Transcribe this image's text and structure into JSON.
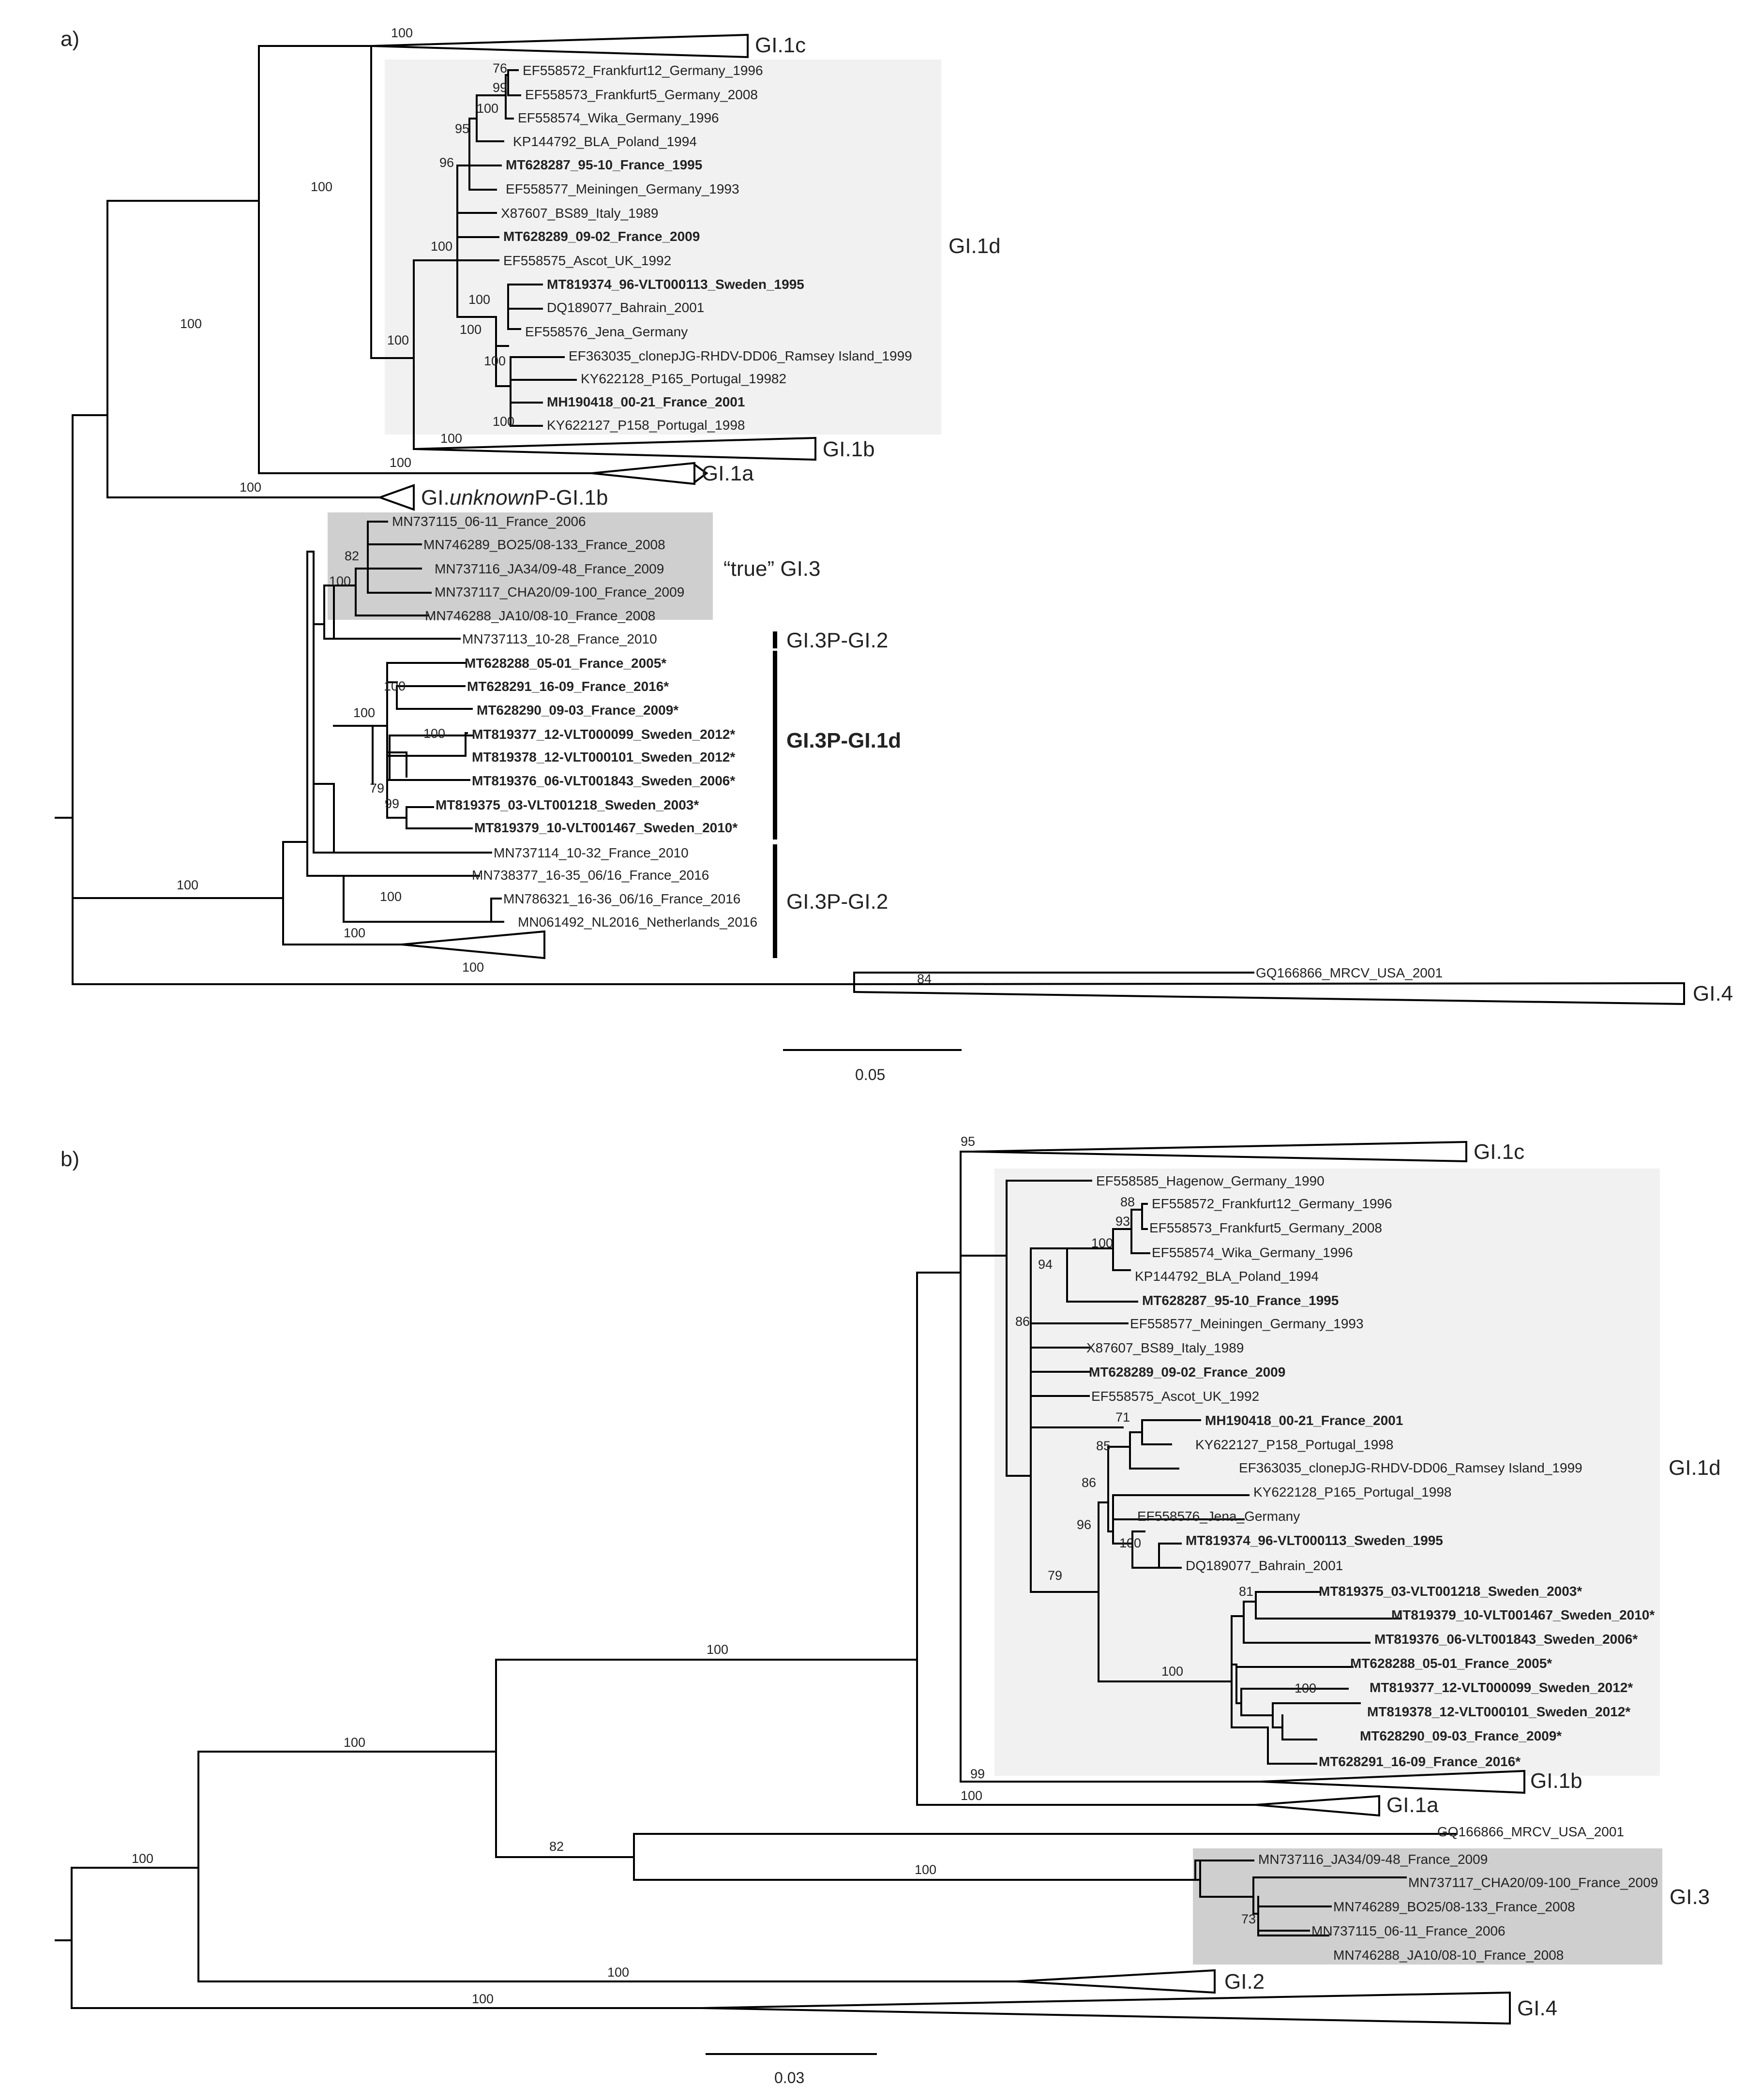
{
  "panel_a": {
    "label": "a)",
    "tips": [
      {
        "text": "EF558572_Frankfurt12_Germany_1996",
        "bold": false
      },
      {
        "text": "EF558573_Frankfurt5_Germany_2008",
        "bold": false
      },
      {
        "text": "EF558574_Wika_Germany_1996",
        "bold": false
      },
      {
        "text": "KP144792_BLA_Poland_1994",
        "bold": false
      },
      {
        "text": "MT628287_95-10_France_1995",
        "bold": true
      },
      {
        "text": "EF558577_Meiningen_Germany_1993",
        "bold": false
      },
      {
        "text": "X87607_BS89_Italy_1989",
        "bold": false
      },
      {
        "text": "MT628289_09-02_France_2009",
        "bold": true
      },
      {
        "text": "EF558575_Ascot_UK_1992",
        "bold": false
      },
      {
        "text": "MT819374_96-VLT000113_Sweden_1995",
        "bold": true
      },
      {
        "text": "DQ189077_Bahrain_2001",
        "bold": false
      },
      {
        "text": "EF558576_Jena_Germany",
        "bold": false
      },
      {
        "text": "EF363035_clonepJG-RHDV-DD06_Ramsey Island_1999",
        "bold": false
      },
      {
        "text": "KY622128_P165_Portugal_19982",
        "bold": false
      },
      {
        "text": "MH190418_00-21_France_2001",
        "bold": true
      },
      {
        "text": "KY622127_P158_Portugal_1998",
        "bold": false
      },
      {
        "text": "MN737115_06-11_France_2006",
        "bold": false
      },
      {
        "text": "MN746289_BO25/08-133_France_2008",
        "bold": false
      },
      {
        "text": "MN737116_JA34/09-48_France_2009",
        "bold": false
      },
      {
        "text": "MN737117_CHA20/09-100_France_2009",
        "bold": false
      },
      {
        "text": "MN746288_JA10/08-10_France_2008",
        "bold": false
      },
      {
        "text": "MN737113_10-28_France_2010",
        "bold": false
      },
      {
        "text": "MT628288_05-01_France_2005*",
        "bold": true
      },
      {
        "text": "MT628291_16-09_France_2016*",
        "bold": true
      },
      {
        "text": "MT628290_09-03_France_2009*",
        "bold": true
      },
      {
        "text": "MT819377_12-VLT000099_Sweden_2012*",
        "bold": true
      },
      {
        "text": "MT819378_12-VLT000101_Sweden_2012*",
        "bold": true
      },
      {
        "text": "MT819376_06-VLT001843_Sweden_2006*",
        "bold": true
      },
      {
        "text": "MT819375_03-VLT001218_Sweden_2003*",
        "bold": true
      },
      {
        "text": "MT819379_10-VLT001467_Sweden_2010*",
        "bold": true
      },
      {
        "text": "MN737114_10-32_France_2010",
        "bold": false
      },
      {
        "text": "MN738377_16-35_06/16_France_2016",
        "bold": false
      },
      {
        "text": "MN786321_16-36_06/16_France_2016",
        "bold": false
      },
      {
        "text": "MN061492_NL2016_Netherlands_2016",
        "bold": false
      },
      {
        "text": "GQ166866_MRCV_USA_2001",
        "bold": false
      }
    ],
    "bootstrap": [
      "100",
      "76",
      "99",
      "100",
      "95",
      "96",
      "100",
      "100",
      "100",
      "100",
      "100",
      "100",
      "100",
      "100",
      "100",
      "100",
      "82",
      "100",
      "100",
      "100",
      "100",
      "79",
      "99",
      "100",
      "100",
      "100",
      "100",
      "84"
    ],
    "clades": {
      "gi1c": "GI.1c",
      "gi1d": "GI.1d",
      "gi1b": "GI.1b",
      "gi1a": "GI.1a",
      "unknown_prefix": "GI.",
      "unknown_italic": "unknown",
      "unknown_suffix": "P-GI.1b",
      "true_gi3": "“true” GI.3",
      "gi3p_gi2_top": "GI.3P-GI.2",
      "gi3p_gi1d": "GI.3P-GI.1d",
      "gi3p_gi2_bottom": "GI.3P-GI.2",
      "gi4": "GI.4"
    },
    "scale_label": "0.05"
  },
  "panel_b": {
    "label": "b)",
    "tips": [
      {
        "text": "EF558585_Hagenow_Germany_1990",
        "bold": false
      },
      {
        "text": "EF558572_Frankfurt12_Germany_1996",
        "bold": false
      },
      {
        "text": "EF558573_Frankfurt5_Germany_2008",
        "bold": false
      },
      {
        "text": "EF558574_Wika_Germany_1996",
        "bold": false
      },
      {
        "text": "KP144792_BLA_Poland_1994",
        "bold": false
      },
      {
        "text": "MT628287_95-10_France_1995",
        "bold": true
      },
      {
        "text": "EF558577_Meiningen_Germany_1993",
        "bold": false
      },
      {
        "text": "X87607_BS89_Italy_1989",
        "bold": false
      },
      {
        "text": "MT628289_09-02_France_2009",
        "bold": true
      },
      {
        "text": "EF558575_Ascot_UK_1992",
        "bold": false
      },
      {
        "text": "MH190418_00-21_France_2001",
        "bold": true
      },
      {
        "text": "KY622127_P158_Portugal_1998",
        "bold": false
      },
      {
        "text": "EF363035_clonepJG-RHDV-DD06_Ramsey Island_1999",
        "bold": false
      },
      {
        "text": "KY622128_P165_Portugal_1998",
        "bold": false
      },
      {
        "text": "EF558576_Jena_Germany",
        "bold": false
      },
      {
        "text": "MT819374_96-VLT000113_Sweden_1995",
        "bold": true
      },
      {
        "text": "DQ189077_Bahrain_2001",
        "bold": false
      },
      {
        "text": "MT819375_03-VLT001218_Sweden_2003*",
        "bold": true
      },
      {
        "text": "MT819379_10-VLT001467_Sweden_2010*",
        "bold": true
      },
      {
        "text": "MT819376_06-VLT001843_Sweden_2006*",
        "bold": true
      },
      {
        "text": "MT628288_05-01_France_2005*",
        "bold": true
      },
      {
        "text": "MT819377_12-VLT000099_Sweden_2012*",
        "bold": true
      },
      {
        "text": "MT819378_12-VLT000101_Sweden_2012*",
        "bold": true
      },
      {
        "text": "MT628290_09-03_France_2009*",
        "bold": true
      },
      {
        "text": "MT628291_16-09_France_2016*",
        "bold": true
      },
      {
        "text": "GQ166866_MRCV_USA_2001",
        "bold": false
      },
      {
        "text": "MN737116_JA34/09-48_France_2009",
        "bold": false
      },
      {
        "text": "MN737117_CHA20/09-100_France_2009",
        "bold": false
      },
      {
        "text": "MN746289_BO25/08-133_France_2008",
        "bold": false
      },
      {
        "text": "MN737115_06-11_France_2006",
        "bold": false
      },
      {
        "text": "MN746288_JA10/08-10_France_2008",
        "bold": false
      }
    ],
    "bootstrap": [
      "95",
      "88",
      "93",
      "100",
      "94",
      "86",
      "71",
      "85",
      "86",
      "96",
      "100",
      "79",
      "81",
      "100",
      "100",
      "99",
      "100",
      "100",
      "100",
      "82",
      "100",
      "73",
      "100",
      "100",
      "100"
    ],
    "clades": {
      "gi1c": "GI.1c",
      "gi1d": "GI.1d",
      "gi1b": "GI.1b",
      "gi1a": "GI.1a",
      "gi3": "GI.3",
      "gi2": "GI.2",
      "gi4": "GI.4"
    },
    "scale_label": "0.03"
  }
}
